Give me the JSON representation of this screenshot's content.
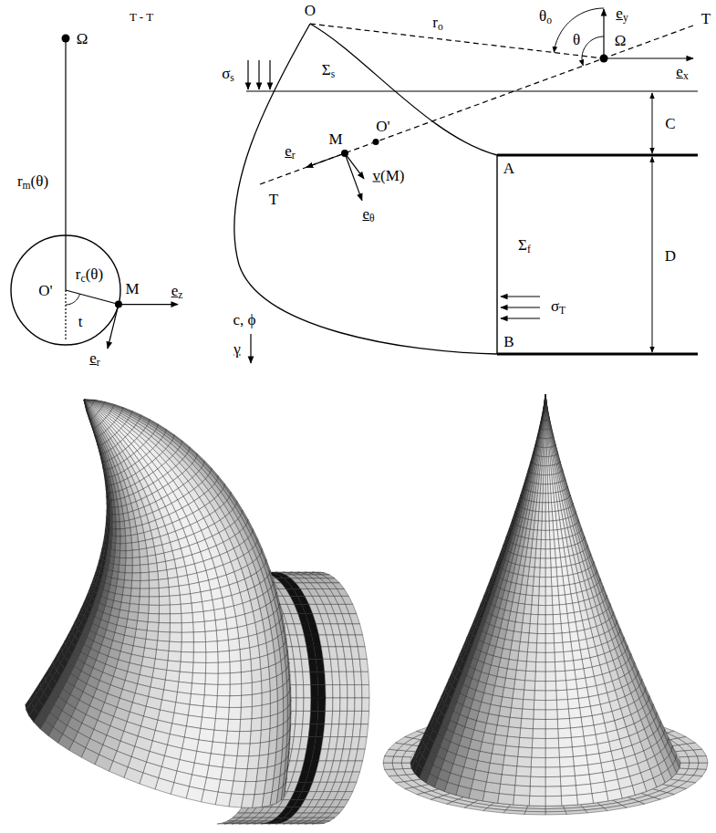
{
  "diagram": {
    "labels": [
      "T - T",
      "Ω",
      "rm(θ)",
      "O'",
      "rc(θ)",
      "t",
      "M",
      "ez",
      "er",
      "O",
      "ro",
      "θo",
      "ey",
      "θ",
      "Ω",
      "ex",
      "T",
      "σs",
      "Σs",
      "O'",
      "T",
      "M",
      "er",
      "v(M)",
      "eθ",
      "C",
      "A",
      "Σf",
      "D",
      "σT",
      "B",
      "c, ϕ",
      "γ"
    ]
  }
}
